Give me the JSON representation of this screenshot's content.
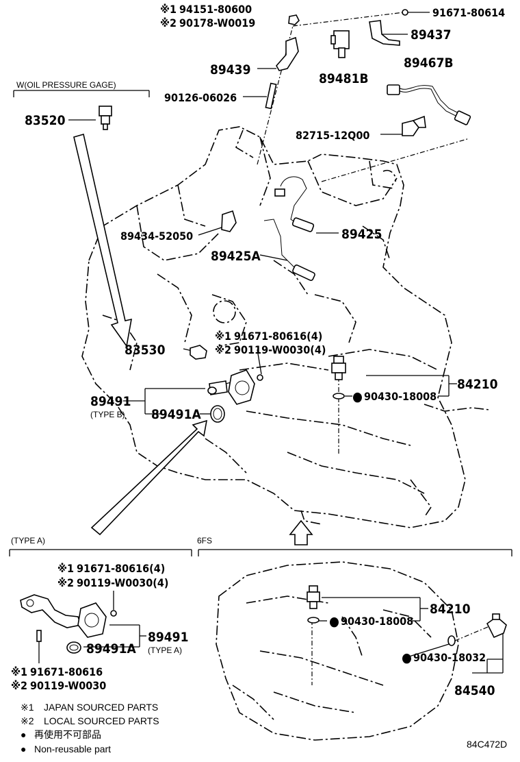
{
  "callouts": {
    "c94151_80600": "94151-80600",
    "c90178_w0019": "90178-W0019",
    "c91671_80614": "91671-80614",
    "c89437": "89437",
    "c89439": "89439",
    "c89481b": "89481B",
    "c89467b": "89467B",
    "c90126_06026": "90126-06026",
    "c83520": "83520",
    "c82715_12q00": "82715-12Q00",
    "c89434_52050": "89434-52050",
    "c89425": "89425",
    "c89425a": "89425A",
    "c91671_80616_4": "91671-80616(4)",
    "c90119_w0030_4": "90119-W0030(4)",
    "c83530": "83530",
    "c84210": "84210",
    "c90430_18008": "90430-18008",
    "c89491": "89491",
    "c89491a": "89491A",
    "typeb": "(TYPE B)",
    "a_91671_80616_4": "91671-80616(4)",
    "a_90119_w0030_4": "90119-W0030(4)",
    "a_89491": "89491",
    "a_89491a": "89491A",
    "a_typea": "(TYPE A)",
    "a_91671_80616": "91671-80616",
    "a_90119_w0030": "90119-W0030",
    "f_84210": "84210",
    "f_90430_18008": "90430-18008",
    "f_90430_18032": "90430-18032",
    "f_84540": "84540"
  },
  "marks": {
    "m1": "※1",
    "m2": "※2",
    "dot": "●"
  },
  "sections": {
    "oil_pressure_gage": "W(OIL PRESSURE GAGE)",
    "type_a": "(TYPE A)",
    "six_fs": "6FS"
  },
  "legend": {
    "japan": "JAPAN SOURCED PARTS",
    "local": "LOCAL SOURCED PARTS",
    "nonreuse_jp": "再使用不可部品",
    "nonreuse_en": "Non-reusable part"
  },
  "figure_code": "84C472D"
}
